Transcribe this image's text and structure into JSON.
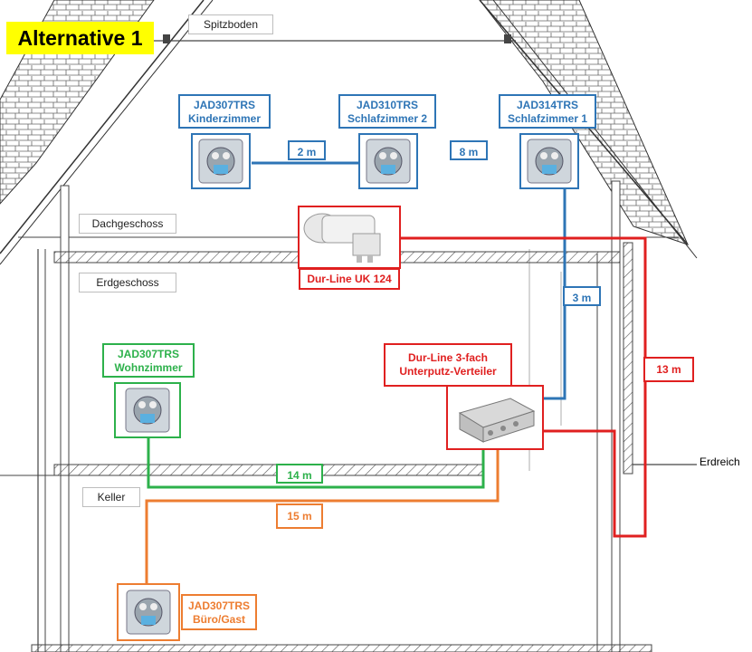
{
  "title": "Alternative 1",
  "colors": {
    "blue": "#2e75b6",
    "red": "#e02020",
    "green": "#2db14b",
    "orange": "#ed7d31",
    "highlight": "#ffff00"
  },
  "floors": {
    "spitzboden": "Spitzboden",
    "dachgeschoss": "Dachgeschoss",
    "erdgeschoss": "Erdgeschoss",
    "keller": "Keller"
  },
  "ground_label": "Erdreich",
  "sockets": {
    "kinderzimmer": {
      "model": "JAD307TRS",
      "room": "Kinderzimmer"
    },
    "schlafzimmer2": {
      "model": "JAD310TRS",
      "room": "Schlafzimmer 2"
    },
    "schlafzimmer1": {
      "model": "JAD314TRS",
      "room": "Schlafzimmer 1"
    },
    "wohnzimmer": {
      "model": "JAD307TRS",
      "room": "Wohnzimmer"
    },
    "buero": {
      "model": "JAD307TRS",
      "room": "Büro/Gast"
    }
  },
  "lnb": {
    "name": "Dur-Line UK 124"
  },
  "splitter": {
    "line1": "Dur-Line 3-fach",
    "line2": "Unterputz-Verteiler"
  },
  "cables": {
    "kinder_schlaf2": "2 m",
    "schlaf2_schlaf1": "8 m",
    "schlaf1_splitter": "3 m",
    "lnb_ground": "13 m",
    "wohnzimmer": "14 m",
    "buero": "15 m"
  }
}
